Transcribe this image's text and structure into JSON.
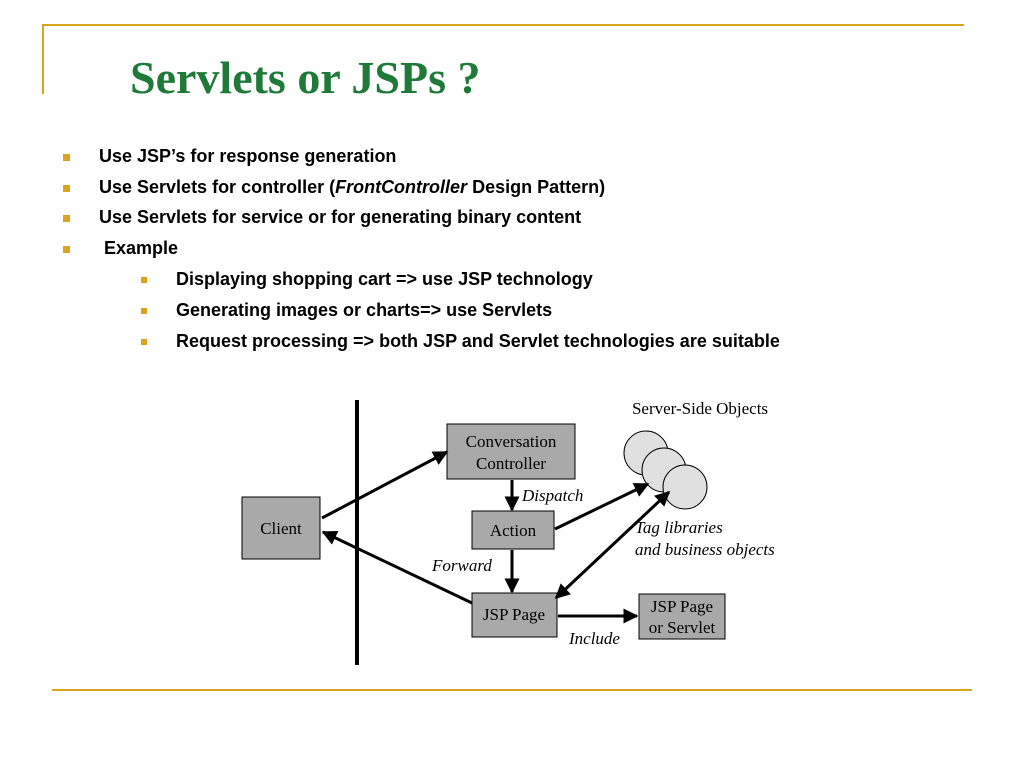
{
  "slide": {
    "title": "Servlets or JSPs ?",
    "accent_color": "#d9a520",
    "title_color": "#1f7a3a"
  },
  "bullets": [
    {
      "text": "Use JSP’s for response generation"
    },
    {
      "text_a": "Use Servlets for controller  (",
      "text_italic": "FrontController",
      "text_b": " Design Pattern)"
    },
    {
      "text": "Use Servlets for service or for generating binary content"
    },
    {
      "text": " Example"
    }
  ],
  "sub_bullets": [
    {
      "text": "Displaying shopping cart => use JSP technology"
    },
    {
      "text": "Generating images or charts=> use Servlets"
    },
    {
      "text": "Request processing => both JSP and Servlet technologies are suitable"
    }
  ],
  "diagram": {
    "server_side_label": "Server-Side Objects",
    "client": "Client",
    "conversation_controller_line1": "Conversation",
    "conversation_controller_line2": "Controller",
    "action": "Action",
    "jsp_page": "JSP Page",
    "jsp_or_servlet_line1": "JSP Page",
    "jsp_or_servlet_line2": "or Servlet",
    "dispatch": "Dispatch",
    "forward": "Forward",
    "include": "Include",
    "tag_libraries_line1": "Tag libraries",
    "tag_libraries_line2": "and business objects",
    "box_fill": "#a9a9a9",
    "circle_fill": "#e0e0e0"
  }
}
